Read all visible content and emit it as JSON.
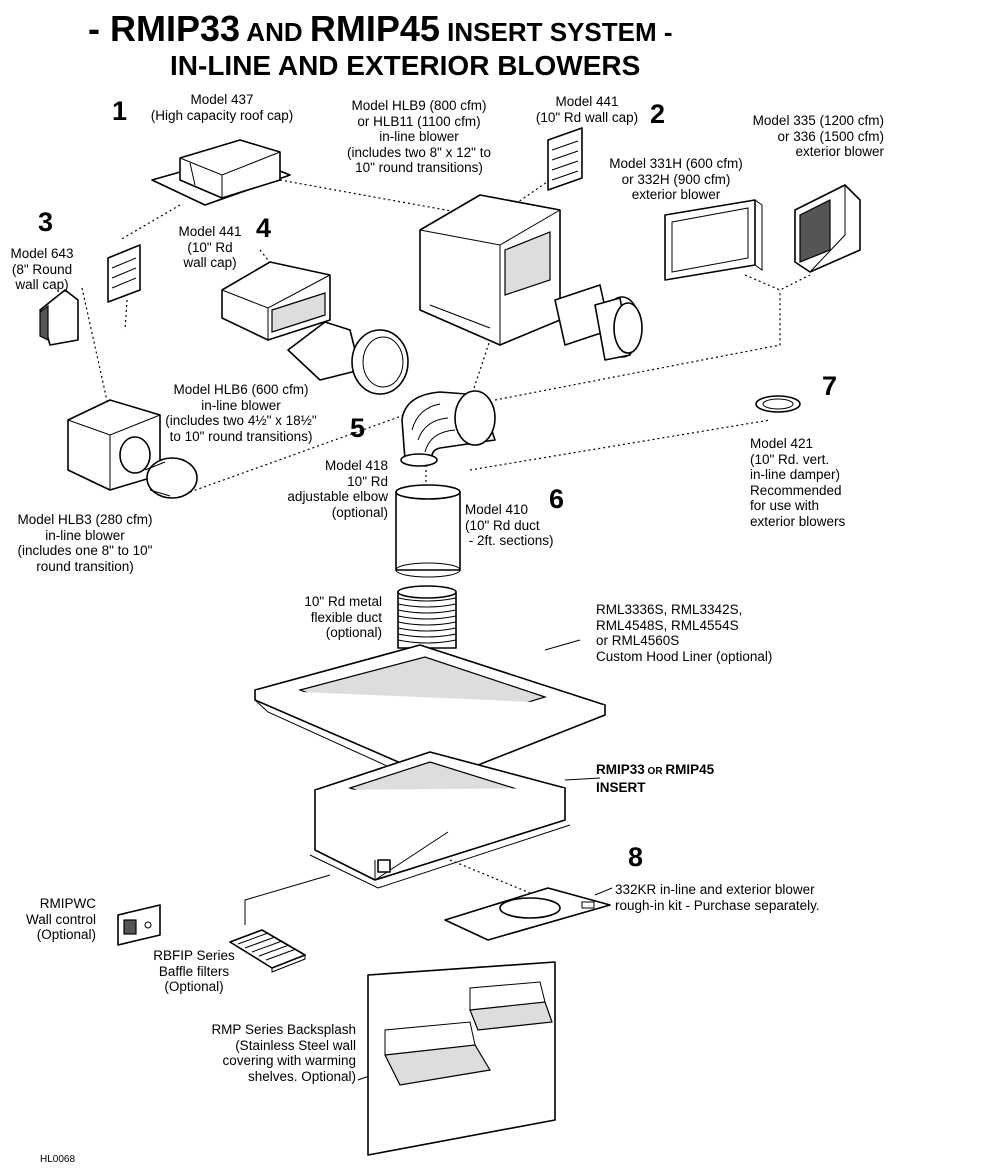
{
  "title": {
    "line1_dash_left": "- ",
    "line1_model_a": "RMIP33",
    "line1_and": " AND ",
    "line1_model_b": "RMIP45",
    "line1_rest": " INSERT SYSTEM -",
    "line2": "IN-LINE AND EXTERIOR BLOWERS"
  },
  "callout_numbers": [
    "1",
    "2",
    "3",
    "4",
    "5",
    "6",
    "7",
    "8"
  ],
  "labels": {
    "m437": "Model 437\n(High capacity roof cap)",
    "hlb9": "Model HLB9 (800 cfm)\nor HLB11 (1100 cfm)\nin-line blower\n(includes two 8\" x 12\" to\n10\" round transitions)",
    "m441_top": "Model 441\n(10\" Rd wall cap)",
    "m335": "Model 335 (1200 cfm)\nor 336 (1500 cfm)\nexterior blower",
    "m331h": "Model 331H (600 cfm)\nor 332H (900 cfm)\nexterior blower",
    "m643": "Model 643\n(8\" Round\nwall cap)",
    "m441_left": "Model 441\n(10\" Rd\nwall cap)",
    "hlb6": "Model HLB6 (600 cfm)\nin-line blower\n(includes two 4½\" x 18½\"\nto 10\" round transitions)",
    "m421": "Model 421\n(10\" Rd. vert.\nin-line damper)\nRecommended\nfor use with\nexterior blowers",
    "m418": "Model 418\n10\" Rd\nadjustable elbow\n(optional)",
    "m410": "Model 410\n(10\" Rd duct\n - 2ft. sections)",
    "hlb3": "Model HLB3 (280 cfm)\nin-line blower\n(includes one 8\" to 10\"\nround transition)",
    "flexduct": "10\" Rd metal\nflexible duct\n(optional)",
    "rml": "RML3336S, RML3342S,\nRML4548S, RML4554S\nor RML4560S\nCustom Hood Liner (optional)",
    "insert_a": "RMIP33",
    "insert_or": " OR ",
    "insert_b": "RMIP45",
    "insert_c": "INSERT",
    "kit": "332KR in-line and exterior blower\nrough-in kit - Purchase separately.",
    "wallcontrol": "RMIPWC\nWall control\n(Optional)",
    "baffle": "RBFIP Series\nBaffle filters\n(Optional)",
    "backsplash": "RMP Series Backsplash\n(Stainless Steel wall\ncovering with warming\nshelves. Optional)",
    "docid": "HL0068"
  }
}
